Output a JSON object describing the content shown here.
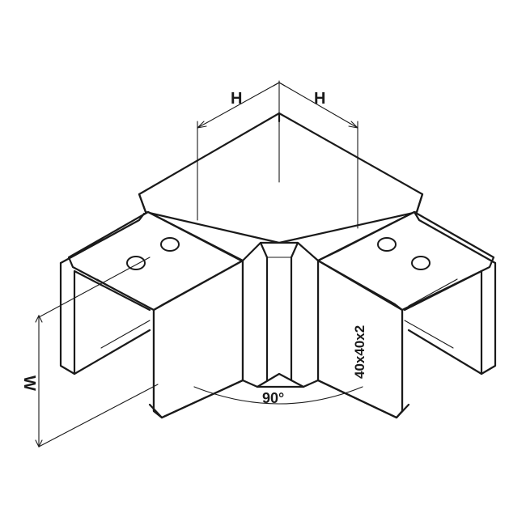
{
  "labels": {
    "dim_h_left": "H",
    "dim_h_right": "H",
    "dim_w": "W",
    "angle": "90°",
    "profile": "40x40x2"
  }
}
